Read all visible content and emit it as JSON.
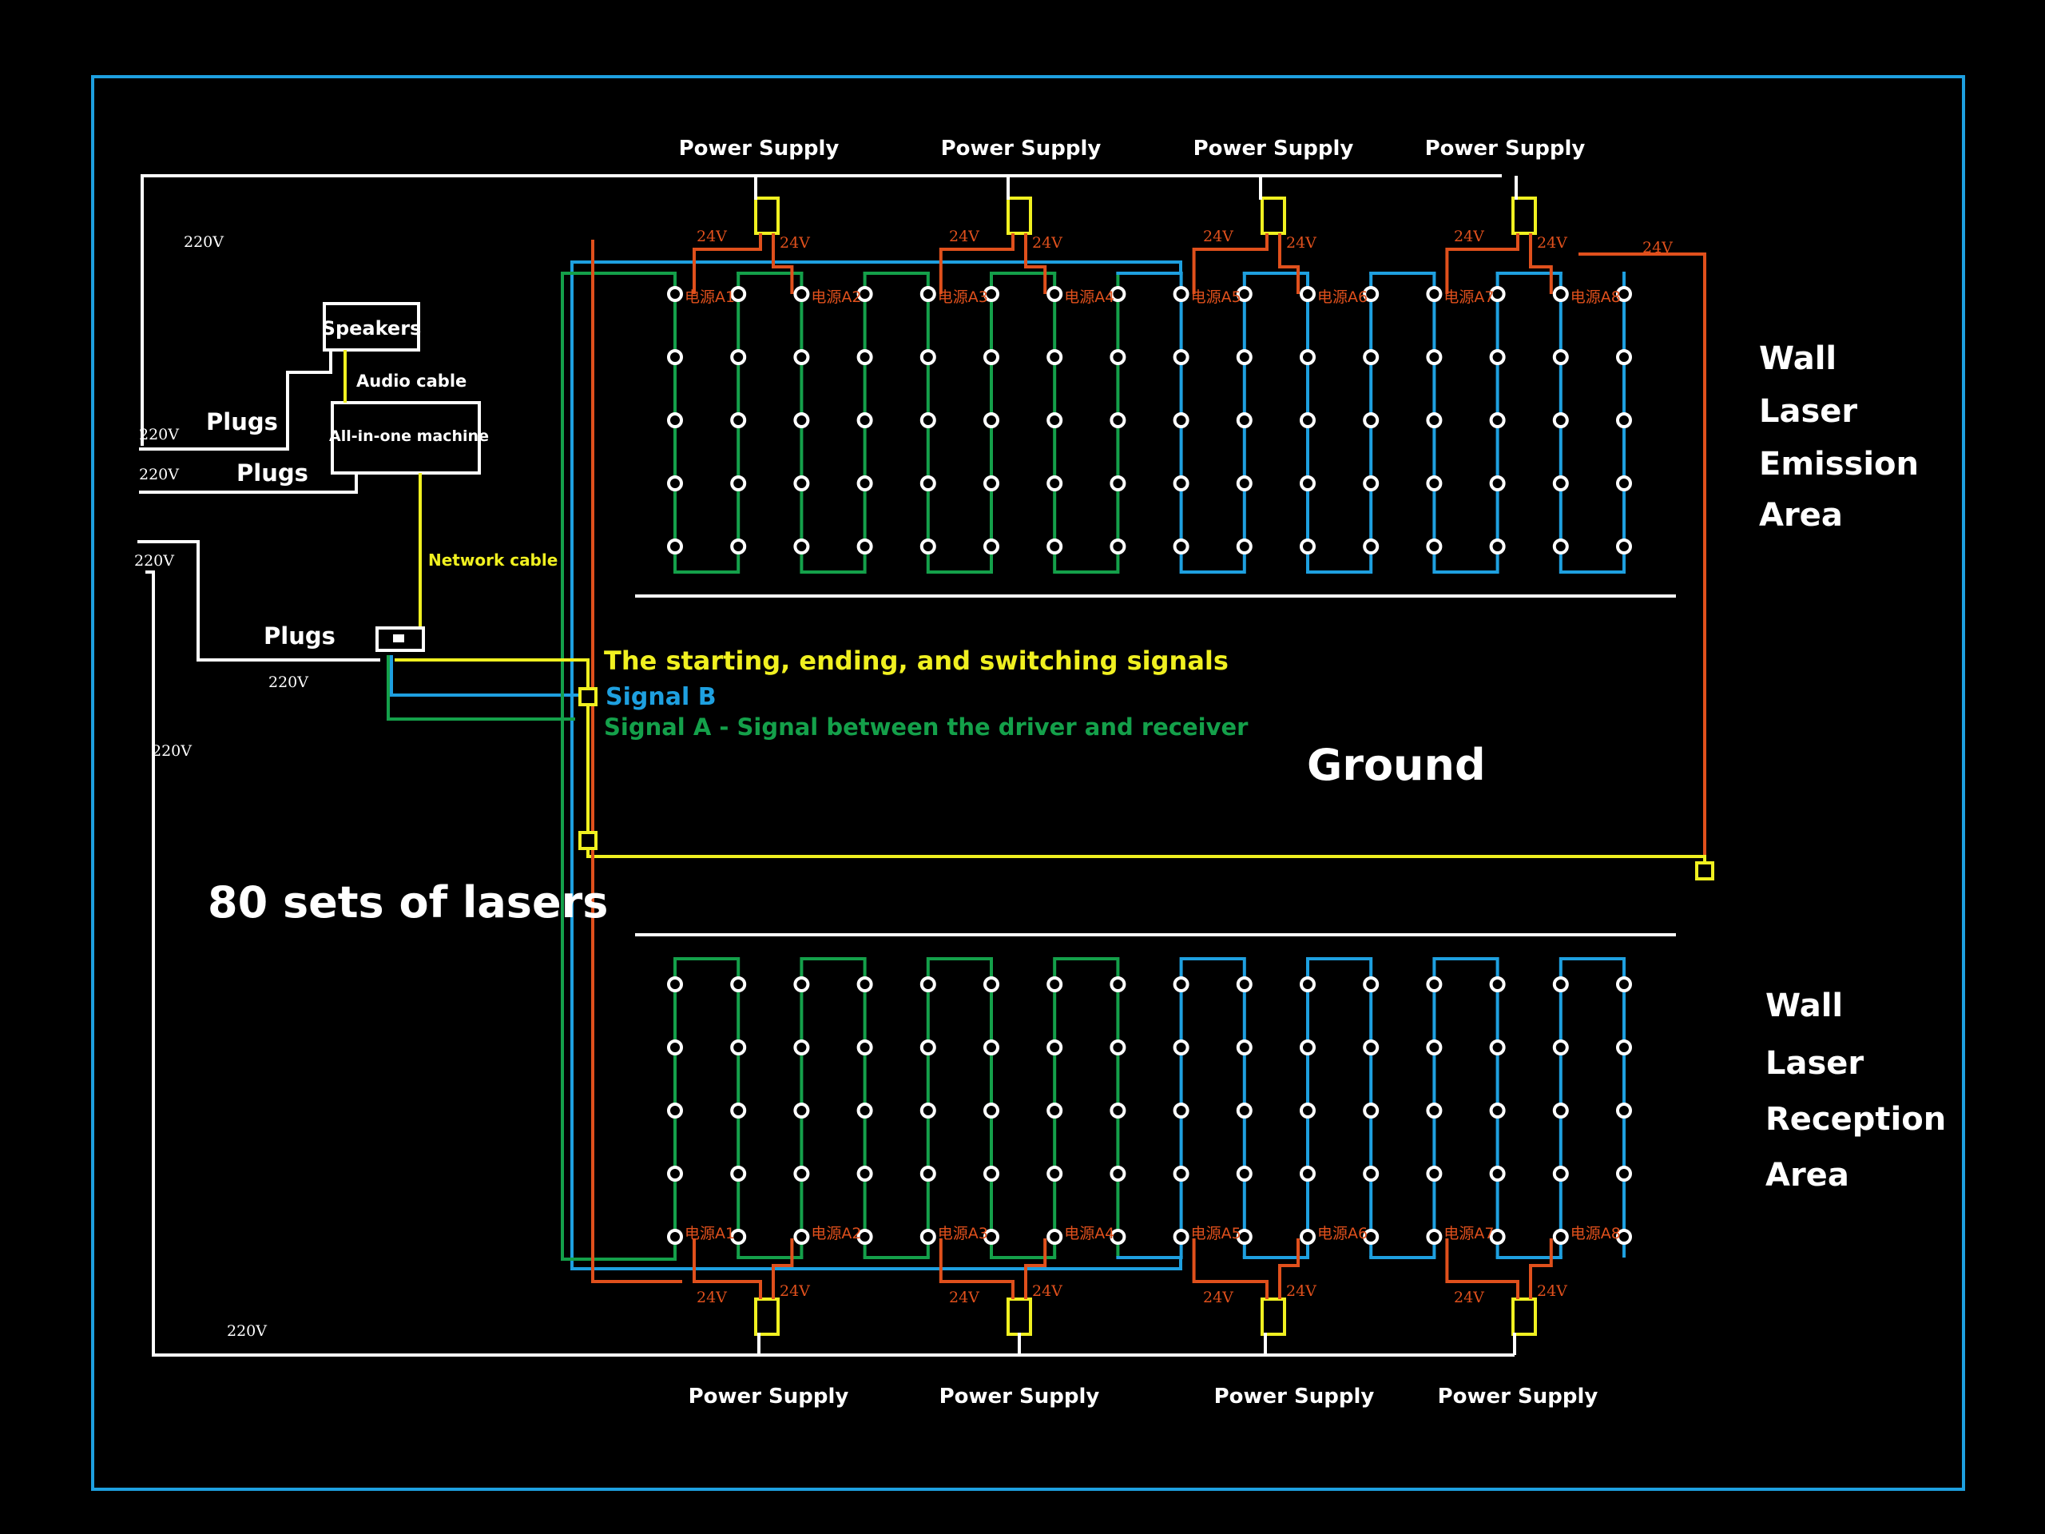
{
  "colors": {
    "background": "#000000",
    "frame": "#1ea0e0",
    "mains_wire": "#ffffff",
    "power_24v": "#e0501c",
    "signal_a": "#14a04a",
    "signal_b": "#1ea0e0",
    "control_signal": "#f0f020",
    "laser_node": "#ffffff"
  },
  "power_supplies": {
    "top": [
      "Power Supply",
      "Power Supply",
      "Power Supply",
      "Power Supply"
    ],
    "bottom": [
      "Power Supply",
      "Power Supply",
      "Power Supply",
      "Power Supply"
    ]
  },
  "voltage": {
    "mains": "220V",
    "dc": "24V"
  },
  "devices": {
    "speakers": "Speakers",
    "audio_cable": "Audio cable",
    "all_in_one": "All-in-one machine",
    "network_cable": "Network cable",
    "plugs": "Plugs"
  },
  "signals": {
    "control": "The starting, ending, and switching signals",
    "signal_b": "Signal B",
    "signal_a": "Signal A - Signal between the driver and receiver"
  },
  "labels": {
    "ground": "Ground",
    "laser_sets": "80 sets of lasers"
  },
  "areas": {
    "emission": [
      "Wall",
      "Laser",
      "Emission",
      "Area"
    ],
    "reception": [
      "Wall",
      "Laser",
      "Reception",
      "Area"
    ]
  },
  "power_channel_labels": {
    "top": [
      "电源A1",
      "电源A2",
      "电源A3",
      "电源A4",
      "电源A5",
      "电源A6",
      "电源A7",
      "电源A8"
    ],
    "bottom": [
      "电源A1",
      "电源A2",
      "电源A3",
      "电源A4",
      "电源A5",
      "电源A6",
      "电源A7",
      "电源A8"
    ]
  },
  "laser_grid": {
    "columns_per_area": 16,
    "rows_per_area": 5
  }
}
